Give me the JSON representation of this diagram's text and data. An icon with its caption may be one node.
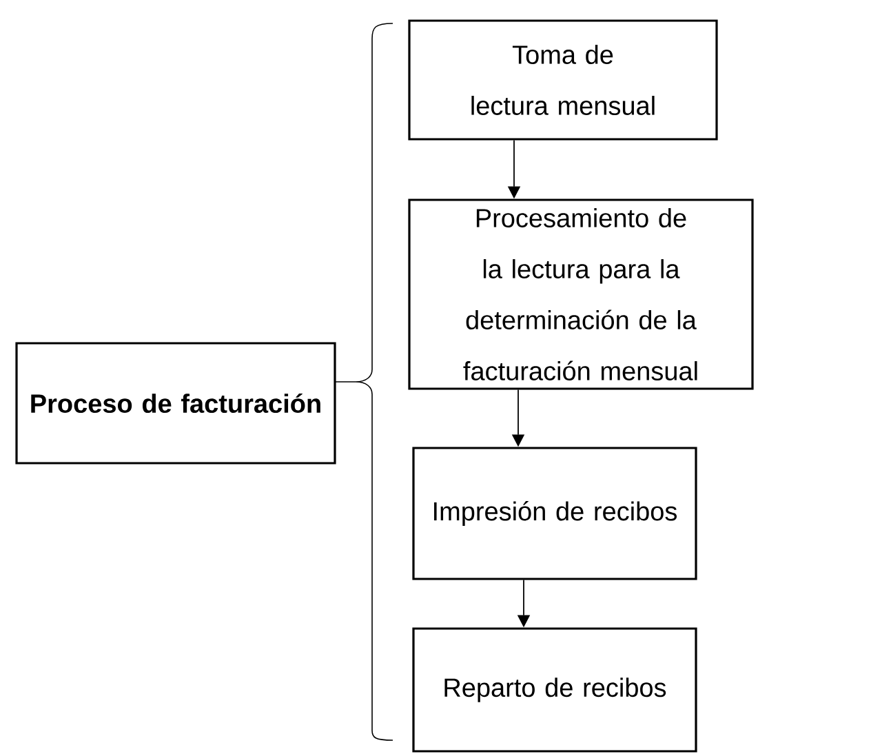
{
  "diagram": {
    "nodes": [
      {
        "text": [
          "Proceso de facturación"
        ]
      },
      {
        "text": [
          "Toma de lectura mensual"
        ]
      },
      {
        "text": [
          "Procesamiento de la lectura para la determinación de la facturación mensual"
        ]
      },
      {
        "text": [
          "Impresión de recibos"
        ]
      },
      {
        "text": [
          "Reparto de recibos"
        ]
      }
    ],
    "edges": [
      {
        "from": 1,
        "to": 2,
        "arrow": "to"
      },
      {
        "from": 2,
        "to": 3,
        "arrow": "to"
      },
      {
        "from": 3,
        "to": 4,
        "arrow": "to"
      }
    ]
  }
}
